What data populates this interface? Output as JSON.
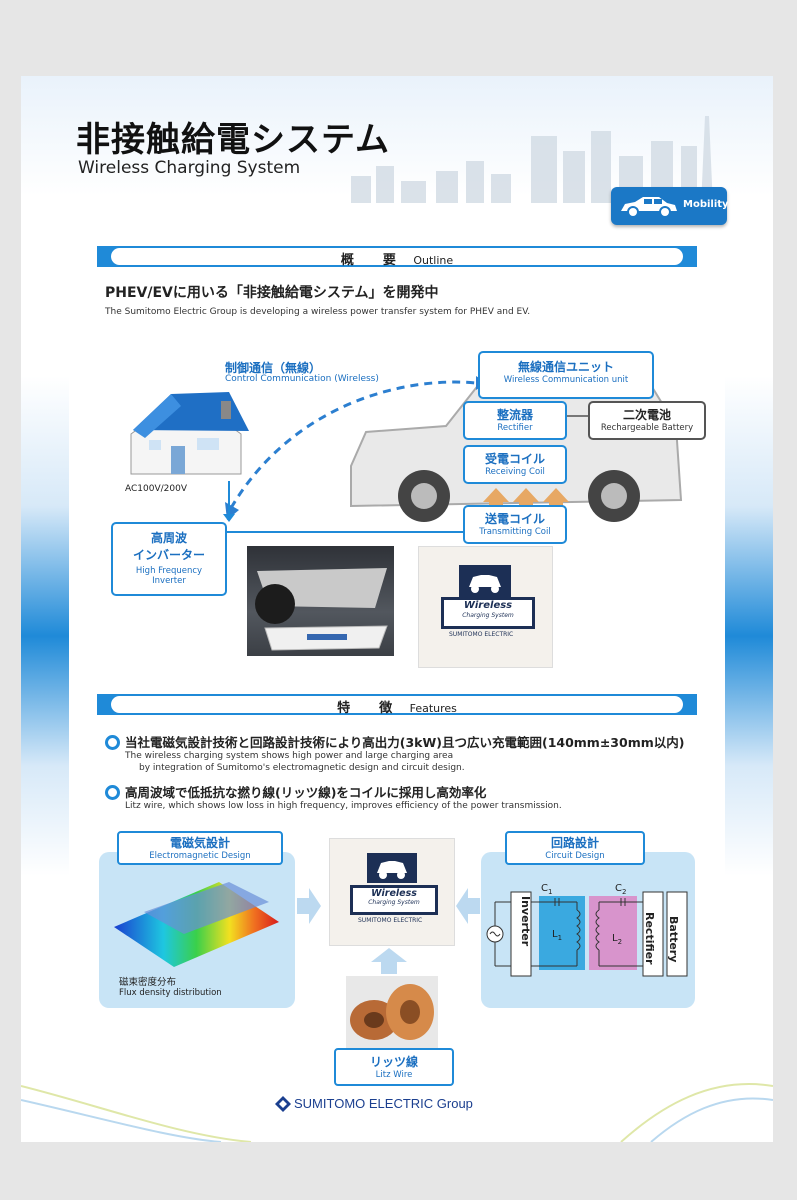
{
  "header": {
    "title_jp": "非接触給電システム",
    "title_en": "Wireless Charging System",
    "badge": "Mobility"
  },
  "outline": {
    "section_jp": "概　要",
    "section_en": "Outline",
    "headline": "PHEV/EVに用いる「非接触給電システム」を開発中",
    "subline": "The Sumitomo Electric Group is developing a wireless power transfer system for PHEV and EV.",
    "control_comm_jp": "制御通信（無線）",
    "control_comm_en": "Control Communication (Wireless)",
    "ac_label": "AC100V/200V",
    "inverter_jp1": "高周波",
    "inverter_jp2": "インバーター",
    "inverter_en1": "High Frequency",
    "inverter_en2": "Inverter",
    "wcu_jp": "無線通信ユニット",
    "wcu_en": "Wireless Communication unit",
    "rectifier_jp": "整流器",
    "rectifier_en": "Rectifier",
    "battery_jp": "二次電池",
    "battery_en": "Rechargeable Battery",
    "rx_coil_jp": "受電コイル",
    "rx_coil_en": "Receiving Coil",
    "tx_coil_jp": "送電コイル",
    "tx_coil_en": "Transmitting Coil",
    "device_line1": "Wireless",
    "device_line2": "Charging System",
    "device_brand": "SUMITOMO ELECTRIC"
  },
  "features": {
    "section_jp": "特　徴",
    "section_en": "Features",
    "items": [
      {
        "jp": "当社電磁気設計技術と回路設計技術により高出力(3kW)且つ広い充電範囲(140mm±30mm以内)",
        "en1": "The wireless charging system shows high power and large charging area",
        "en2": "by integration of Sumitomo's electromagnetic design and circuit design."
      },
      {
        "jp": "高周波域で低抵抗な撚り線(リッツ線)をコイルに採用し高効率化",
        "en1": "Litz wire, which shows low loss in high frequency, improves efficiency of the power transmission.",
        "en2": ""
      }
    ],
    "em_design_jp": "電磁気設計",
    "em_design_en": "Electromagnetic Design",
    "flux_jp": "磁束密度分布",
    "flux_en": "Flux density distribution",
    "circuit_jp": "回路設計",
    "circuit_en": "Circuit Design",
    "inverter": "Inverter",
    "rectifier": "Rectifier",
    "battery": "Battery",
    "c1": "C",
    "c1_sub": "1",
    "c2": "C",
    "c2_sub": "2",
    "l1": "L",
    "l1_sub": "1",
    "l2": "L",
    "l2_sub": "2",
    "litz_jp": "リッツ線",
    "litz_en": "Litz Wire"
  },
  "footer": {
    "brand": "SUMITOMO ELECTRIC Group"
  },
  "colors": {
    "accent": "#1f8ad8",
    "label_text": "#1b6fc0",
    "panel_bg": "#c8e4f6"
  }
}
